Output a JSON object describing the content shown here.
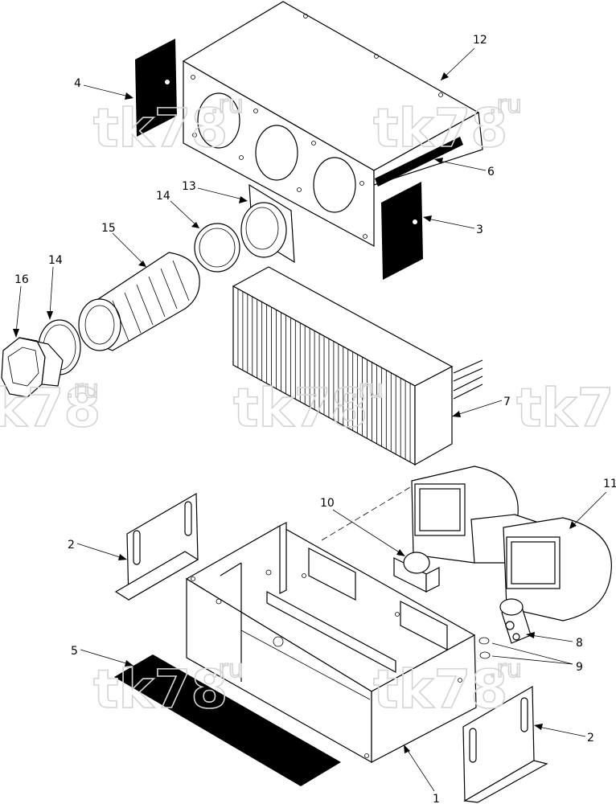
{
  "watermark": {
    "big": "tk78",
    "small": ".ru"
  },
  "callouts": [
    {
      "id": "12",
      "label": "12"
    },
    {
      "id": "4",
      "label": "4"
    },
    {
      "id": "13",
      "label": "13"
    },
    {
      "id": "14a",
      "label": "14"
    },
    {
      "id": "6",
      "label": "6"
    },
    {
      "id": "3",
      "label": "3"
    },
    {
      "id": "15",
      "label": "15"
    },
    {
      "id": "16",
      "label": "16"
    },
    {
      "id": "14b",
      "label": "14"
    },
    {
      "id": "7",
      "label": "7"
    },
    {
      "id": "11",
      "label": "11"
    },
    {
      "id": "10",
      "label": "10"
    },
    {
      "id": "2a",
      "label": "2"
    },
    {
      "id": "8",
      "label": "8"
    },
    {
      "id": "9",
      "label": "9"
    },
    {
      "id": "5",
      "label": "5"
    },
    {
      "id": "2b",
      "label": "2"
    },
    {
      "id": "1",
      "label": "1"
    }
  ]
}
